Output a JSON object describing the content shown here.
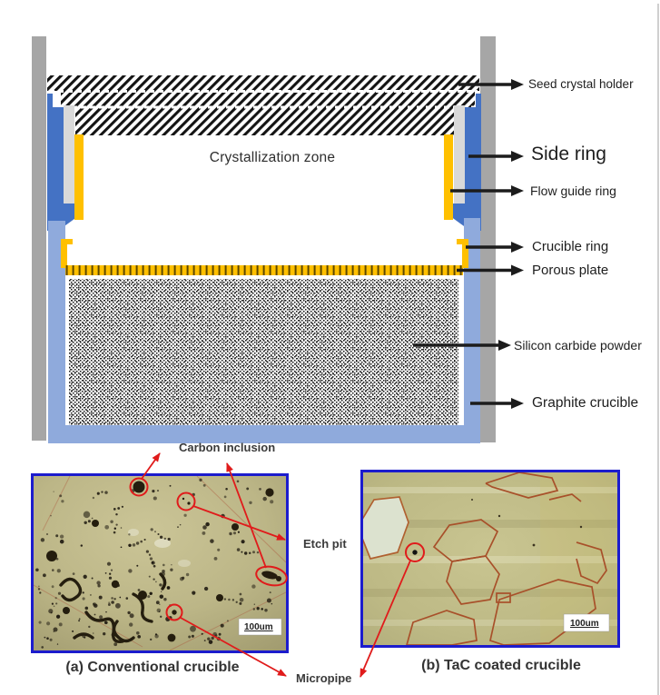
{
  "diagram": {
    "zone_label": "Crystallization zone",
    "labels": {
      "seed": "Seed crystal holder",
      "side": "Side ring",
      "flow": "Flow guide ring",
      "crucible_ring": "Crucible ring",
      "porous": "Porous plate",
      "powder": "Silicon carbide powder",
      "graphite": "Graphite crucible"
    }
  },
  "micrographs": {
    "a": {
      "caption": "(a) Conventional crucible",
      "scale_label": "100um",
      "annotations": {
        "carbon": "Carbon inclusion",
        "etch": "Etch pit",
        "micropipe": "Micropipe"
      }
    },
    "b": {
      "caption": "(b) TaC coated crucible",
      "scale_label": "100um"
    }
  },
  "colors": {
    "ring_blue": "#4472c4",
    "accent_yellow": "#ffc000",
    "crucible_blue": "#8faadc",
    "furnace_gray": "#a6a6a6",
    "inner_gray": "#d9d9d9",
    "annotation_red": "#e01b1b",
    "micro_border_blue": "#1c1ccd"
  }
}
